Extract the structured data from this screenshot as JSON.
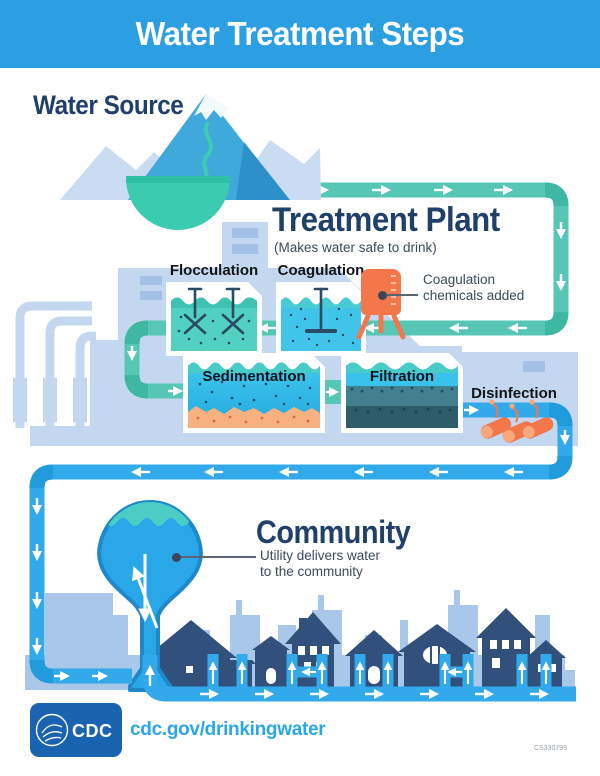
{
  "header": {
    "title": "Water Treatment Steps"
  },
  "water_source": {
    "title": "Water Source"
  },
  "treatment_plant": {
    "title": "Treatment Plant",
    "subtitle": "(Makes water safe to drink)",
    "steps": [
      {
        "label": "Flocculation"
      },
      {
        "label": "Coagulation"
      },
      {
        "label": "Sedimentation"
      },
      {
        "label": "Filtration"
      },
      {
        "label": "Disinfection"
      }
    ],
    "chemicals_note": {
      "line1": "Coagulation",
      "line2": "chemicals added"
    }
  },
  "community": {
    "title": "Community",
    "note": {
      "line1": "Utility delivers water",
      "line2": "to the community"
    }
  },
  "footer": {
    "logo_text": "CDC",
    "url": "cdc.gov/drinkingwater",
    "doc_code": "CS330799"
  },
  "colors": {
    "header_bg": "#2B9FE1",
    "navy_title": "#1F4068",
    "teal_pipe": "#55C7B4",
    "blue_pipe": "#31A9EA",
    "building": "#C3D8F0",
    "skyline": "#A9C7E9",
    "houses": "#31517C",
    "orange": "#F4764B",
    "lake": "#3BCBB1",
    "logo_bg": "#1A63B0"
  }
}
